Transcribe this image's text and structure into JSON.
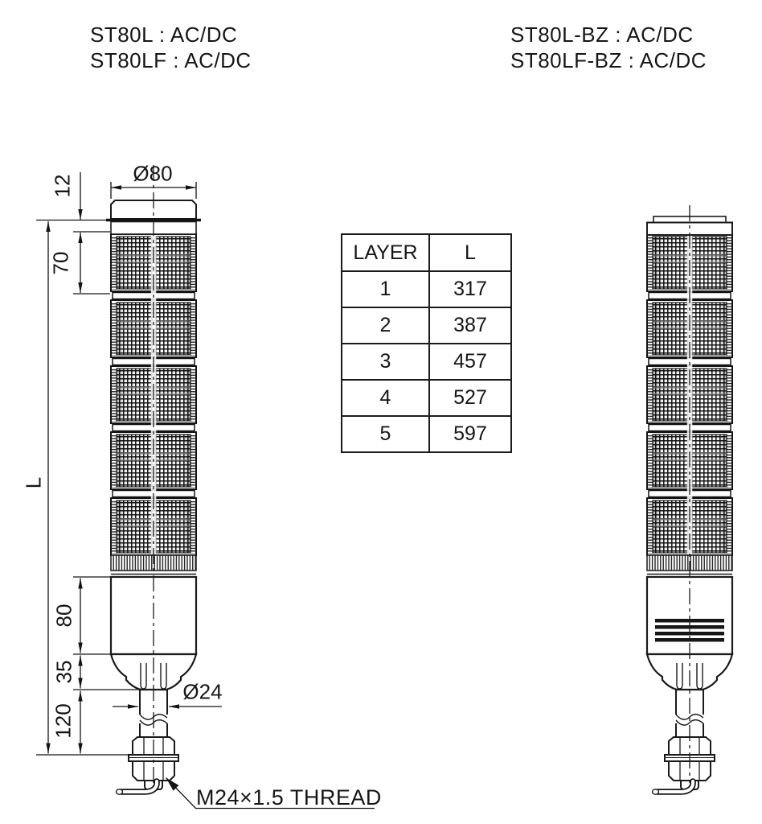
{
  "title_blocks": {
    "left": {
      "line1": "ST80L : AC/DC",
      "line2": "ST80LF : AC/DC"
    },
    "right": {
      "line1": "ST80L-BZ : AC/DC",
      "line2": "ST80LF-BZ : AC/DC"
    }
  },
  "dimensions": {
    "top_diameter": "Ø80",
    "cap_height": "12",
    "lens_unit_height": "70",
    "overall_height": "L",
    "body_height": "80",
    "skirt_height": "35",
    "pole_length": "120",
    "pole_diameter": "Ø24",
    "thread_note": "M24×1.5 THREAD"
  },
  "size_table": {
    "col_headers": [
      "LAYER",
      "L"
    ],
    "rows": [
      [
        "1",
        "317"
      ],
      [
        "2",
        "387"
      ],
      [
        "3",
        "457"
      ],
      [
        "4",
        "527"
      ],
      [
        "5",
        "597"
      ]
    ]
  },
  "colors": {
    "line": "#161616",
    "background": "#ffffff"
  }
}
